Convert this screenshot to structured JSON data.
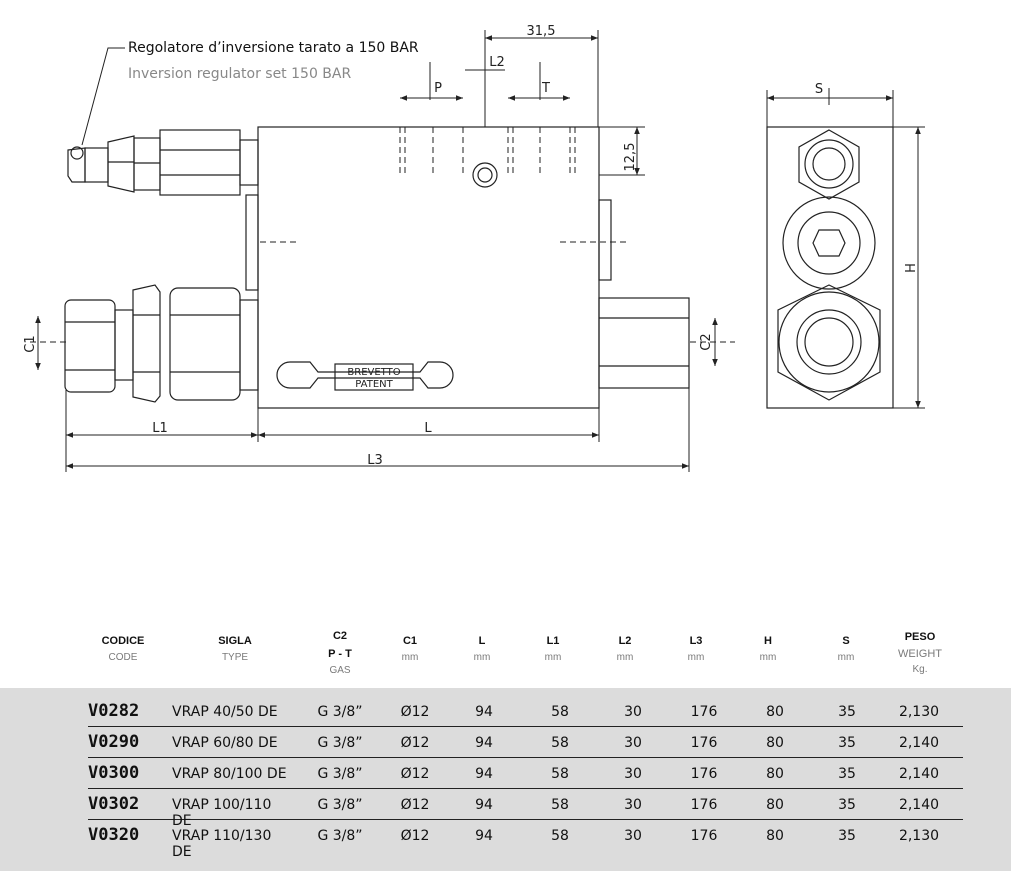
{
  "annotation": {
    "label_it": "Regolatore d’inversione tarato a 150 BAR",
    "label_en": "Inversion regulator set 150 BAR"
  },
  "dimensions": {
    "d315": "31,5",
    "L2": "L2",
    "P": "P",
    "T": "T",
    "d125": "12,5",
    "C1": "C1",
    "C2": "C2",
    "L1": "L1",
    "L": "L",
    "L3": "L3",
    "S": "S",
    "H": "H"
  },
  "plate": {
    "line1": "BREVETTO",
    "line2": "PATENT"
  },
  "table": {
    "headers": [
      {
        "top": "",
        "mid": "CODICE",
        "sub": "CODE"
      },
      {
        "top": "",
        "mid": "SIGLA",
        "sub": "TYPE"
      },
      {
        "top": "C2",
        "mid": "P - T",
        "sub": "GAS"
      },
      {
        "top": "",
        "mid": "C1",
        "sub": "mm"
      },
      {
        "top": "",
        "mid": "L",
        "sub": "mm"
      },
      {
        "top": "",
        "mid": "L1",
        "sub": "mm"
      },
      {
        "top": "",
        "mid": "L2",
        "sub": "mm"
      },
      {
        "top": "",
        "mid": "L3",
        "sub": "mm"
      },
      {
        "top": "",
        "mid": "H",
        "sub": "mm"
      },
      {
        "top": "",
        "mid": "S",
        "sub": "mm"
      },
      {
        "top": "PESO",
        "mid": "WEIGHT",
        "sub": "Kg."
      }
    ],
    "rows": [
      [
        "V0282",
        "VRAP 40/50 DE",
        "G 3/8”",
        "Ø12",
        "94",
        "58",
        "30",
        "176",
        "80",
        "35",
        "2,130"
      ],
      [
        "V0290",
        "VRAP 60/80 DE",
        "G 3/8”",
        "Ø12",
        "94",
        "58",
        "30",
        "176",
        "80",
        "35",
        "2,140"
      ],
      [
        "V0300",
        "VRAP 80/100 DE",
        "G 3/8”",
        "Ø12",
        "94",
        "58",
        "30",
        "176",
        "80",
        "35",
        "2,140"
      ],
      [
        "V0302",
        "VRAP 100/110 DE",
        "G 3/8”",
        "Ø12",
        "94",
        "58",
        "30",
        "176",
        "80",
        "35",
        "2,140"
      ],
      [
        "V0320",
        "VRAP 110/130 DE",
        "G 3/8”",
        "Ø12",
        "94",
        "58",
        "30",
        "176",
        "80",
        "35",
        "2,130"
      ]
    ]
  }
}
